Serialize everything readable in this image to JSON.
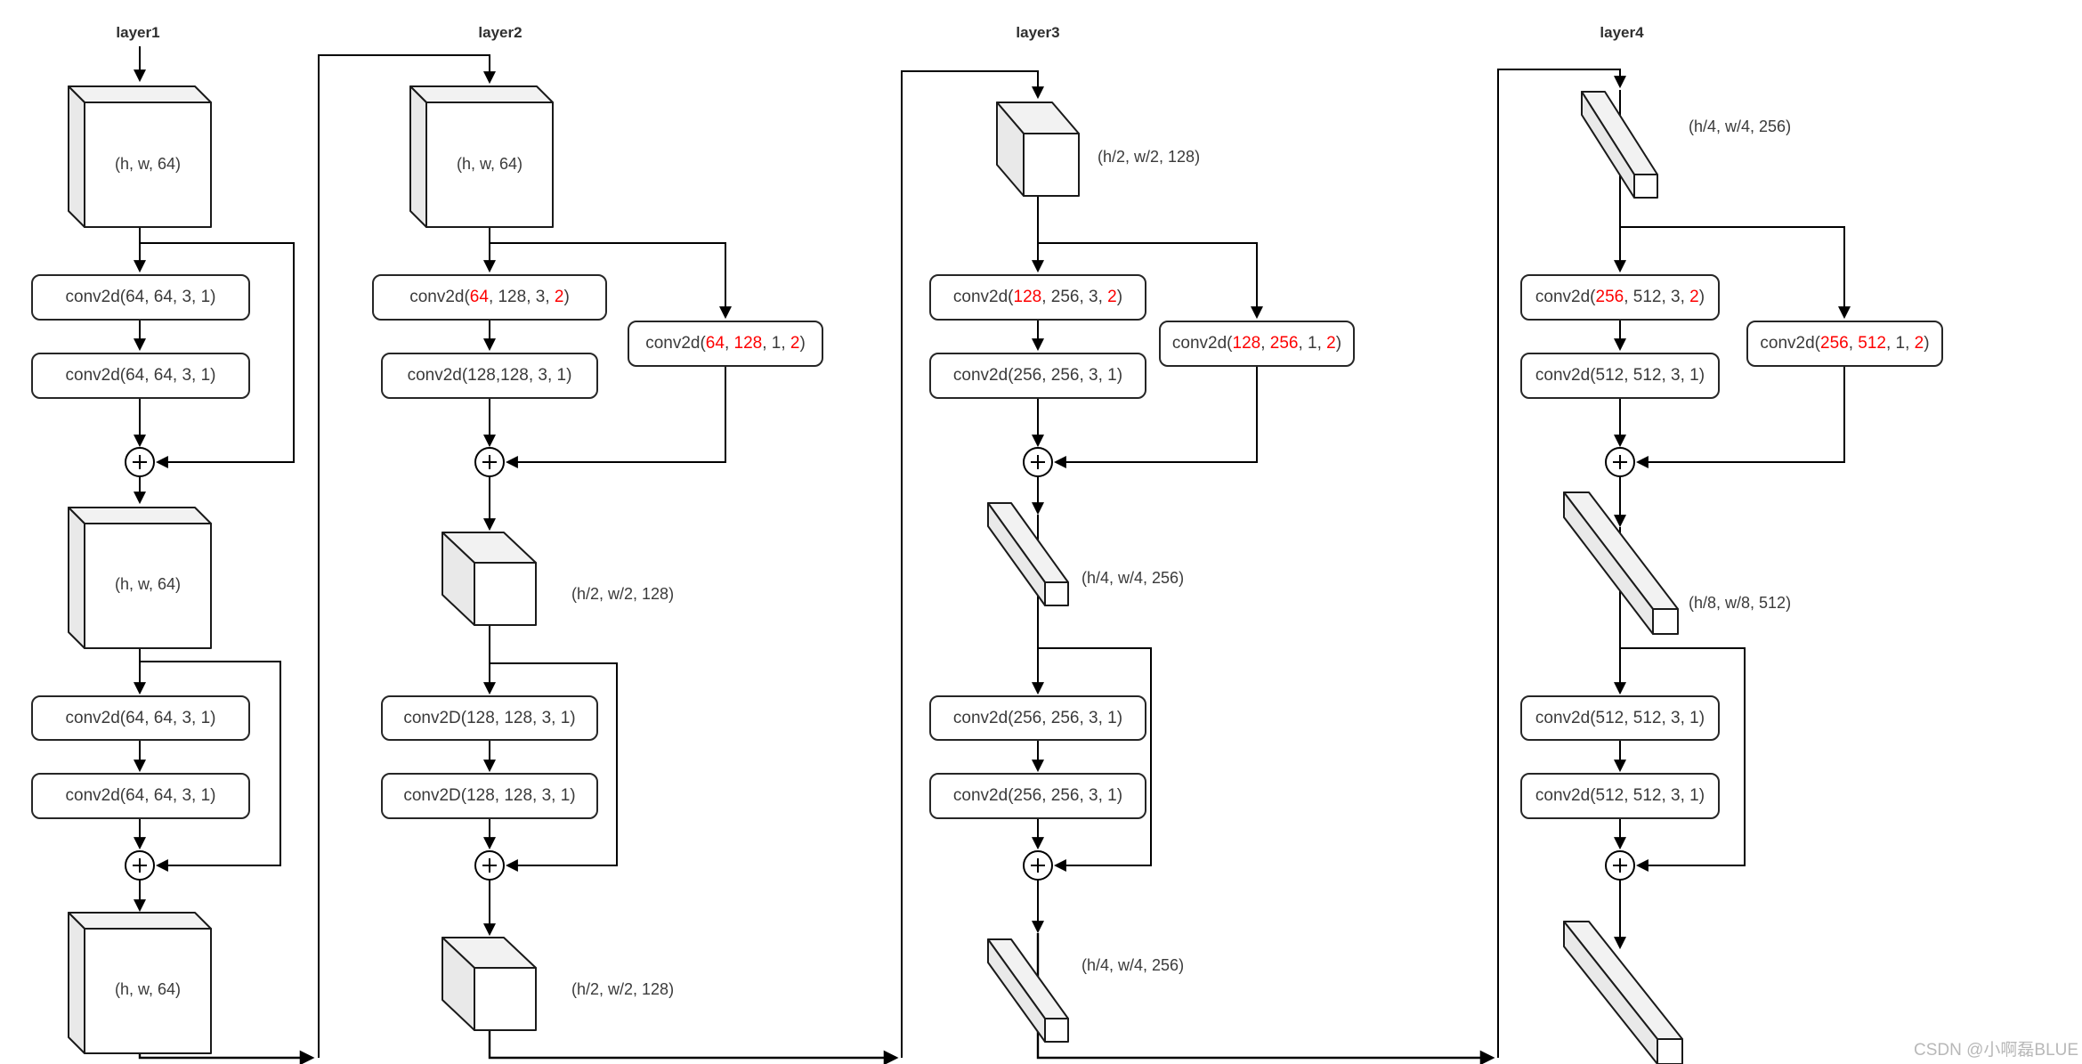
{
  "colors": {
    "red": "#fe0000",
    "ink": "#3a3a3a",
    "line": "#000000",
    "box_border": "#262626",
    "shape_top": "#f2f2f2",
    "shape_side": "#e9e9e9",
    "watermark": "#b8b8b8"
  },
  "watermark": "CSDN @小啊磊BLUE",
  "layers": [
    {
      "title": "layer1",
      "shape_labels": [
        "(h, w, 64)",
        "(h, w, 64)",
        "(h, w, 64)"
      ],
      "convs": [
        {
          "segs": [
            {
              "t": "conv2d(64, 64, 3, 1)"
            }
          ]
        },
        {
          "segs": [
            {
              "t": "conv2d(64, 64, 3, 1)"
            }
          ]
        },
        {
          "segs": [
            {
              "t": "conv2d(64, 64, 3, 1)"
            }
          ]
        },
        {
          "segs": [
            {
              "t": "conv2d(64, 64, 3, 1)"
            }
          ]
        }
      ]
    },
    {
      "title": "layer2",
      "shape_labels": [
        "(h, w, 64)",
        "(h/2, w/2, 128)",
        "(h/2, w/2, 128)"
      ],
      "convs": [
        {
          "segs": [
            {
              "t": "conv2d("
            },
            {
              "t": "64",
              "r": true
            },
            {
              "t": ", 128, 3, "
            },
            {
              "t": "2",
              "r": true
            },
            {
              "t": ")"
            }
          ]
        },
        {
          "segs": [
            {
              "t": "conv2d(128,128, 3, 1)"
            }
          ]
        },
        {
          "segs": [
            {
              "t": "conv2D(128, 128, 3, 1)"
            }
          ]
        },
        {
          "segs": [
            {
              "t": "conv2D(128, 128, 3, 1)"
            }
          ]
        }
      ],
      "side_conv": {
        "segs": [
          {
            "t": "conv2d("
          },
          {
            "t": "64",
            "r": true
          },
          {
            "t": ", "
          },
          {
            "t": "128",
            "r": true
          },
          {
            "t": ", 1, "
          },
          {
            "t": "2",
            "r": true
          },
          {
            "t": ")"
          }
        ]
      }
    },
    {
      "title": "layer3",
      "shape_labels": [
        "(h/2, w/2, 128)",
        "(h/4, w/4, 256)",
        "(h/4, w/4, 256)"
      ],
      "convs": [
        {
          "segs": [
            {
              "t": "conv2d("
            },
            {
              "t": "128",
              "r": true
            },
            {
              "t": ", 256, 3, "
            },
            {
              "t": "2",
              "r": true
            },
            {
              "t": ")"
            }
          ]
        },
        {
          "segs": [
            {
              "t": "conv2d(256, 256, 3, 1)"
            }
          ]
        },
        {
          "segs": [
            {
              "t": "conv2d(256, 256, 3, 1)"
            }
          ]
        },
        {
          "segs": [
            {
              "t": "conv2d(256, 256, 3, 1)"
            }
          ]
        }
      ],
      "side_conv": {
        "segs": [
          {
            "t": "conv2d("
          },
          {
            "t": "128",
            "r": true
          },
          {
            "t": ", "
          },
          {
            "t": "256",
            "r": true
          },
          {
            "t": ", 1, "
          },
          {
            "t": "2",
            "r": true
          },
          {
            "t": ")"
          }
        ]
      }
    },
    {
      "title": "layer4",
      "shape_labels": [
        "(h/4, w/4, 256)",
        "(h/8, w/8, 512)"
      ],
      "convs": [
        {
          "segs": [
            {
              "t": "conv2d("
            },
            {
              "t": "256",
              "r": true
            },
            {
              "t": ", 512, 3, "
            },
            {
              "t": "2",
              "r": true
            },
            {
              "t": ")"
            }
          ]
        },
        {
          "segs": [
            {
              "t": "conv2d(512, 512, 3, 1)"
            }
          ]
        },
        {
          "segs": [
            {
              "t": "conv2d(512, 512, 3, 1)"
            }
          ]
        },
        {
          "segs": [
            {
              "t": "conv2d(512, 512, 3, 1)"
            }
          ]
        }
      ],
      "side_conv": {
        "segs": [
          {
            "t": "conv2d("
          },
          {
            "t": "256",
            "r": true
          },
          {
            "t": ", "
          },
          {
            "t": "512",
            "r": true
          },
          {
            "t": ", 1, "
          },
          {
            "t": "2",
            "r": true
          },
          {
            "t": ")"
          }
        ]
      }
    }
  ]
}
